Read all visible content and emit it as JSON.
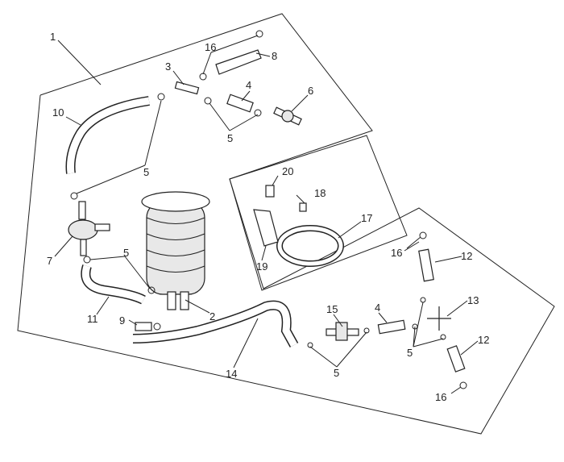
{
  "diagram": {
    "title": "Fuel evaporative emission system parts diagram",
    "labels": [
      "1",
      "16",
      "8",
      "3",
      "4",
      "6",
      "10",
      "5",
      "5",
      "20",
      "18",
      "17",
      "7",
      "5",
      "19",
      "16",
      "12",
      "11",
      "2",
      "15",
      "4",
      "13",
      "9",
      "14",
      "5",
      "12",
      "5",
      "16"
    ]
  }
}
